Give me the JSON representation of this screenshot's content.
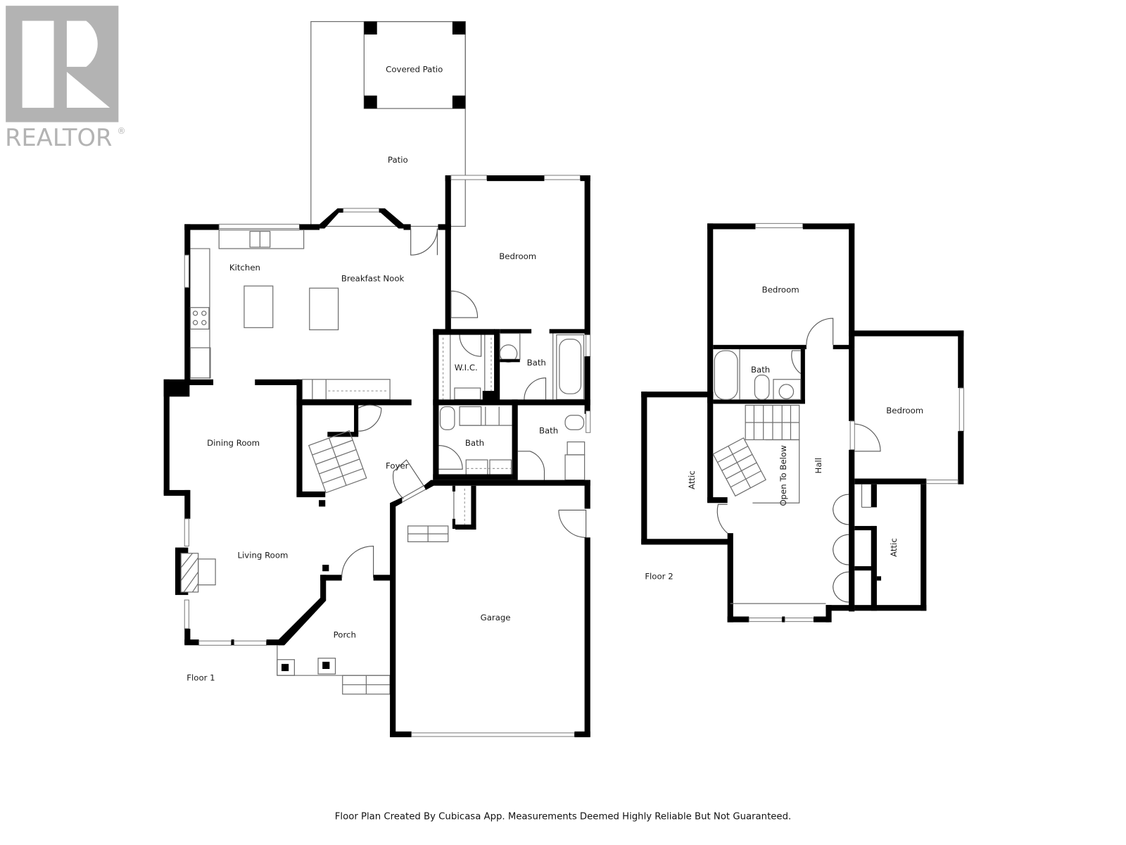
{
  "logo": {
    "text": "REALTOR",
    "registered_mark": "®",
    "color": "#b3b3b3"
  },
  "floor1": {
    "label": "Floor 1",
    "rooms": {
      "covered_patio": "Covered Patio",
      "patio": "Patio",
      "kitchen": "Kitchen",
      "breakfast_nook": "Breakfast Nook",
      "bedroom": "Bedroom",
      "wic": "W.I.C.",
      "bath_ensuite": "Bath",
      "bath_half": "Bath",
      "bath_laundry": "Bath",
      "dining_room": "Dining Room",
      "foyer": "Foyer",
      "living_room": "Living Room",
      "porch": "Porch",
      "garage": "Garage"
    }
  },
  "floor2": {
    "label": "Floor 2",
    "rooms": {
      "bedroom_1": "Bedroom",
      "bath": "Bath",
      "bedroom_2": "Bedroom",
      "attic_1": "Attic",
      "open_to_below": "Open To Below",
      "hall": "Hall",
      "attic_2": "Attic"
    }
  },
  "footer": {
    "disclaimer": "Floor Plan Created By Cubicasa App. Measurements Deemed Highly Reliable But Not Guaranteed."
  },
  "colors": {
    "wall": "#000000",
    "fixture_line": "#6e6e6e",
    "background": "#ffffff"
  }
}
